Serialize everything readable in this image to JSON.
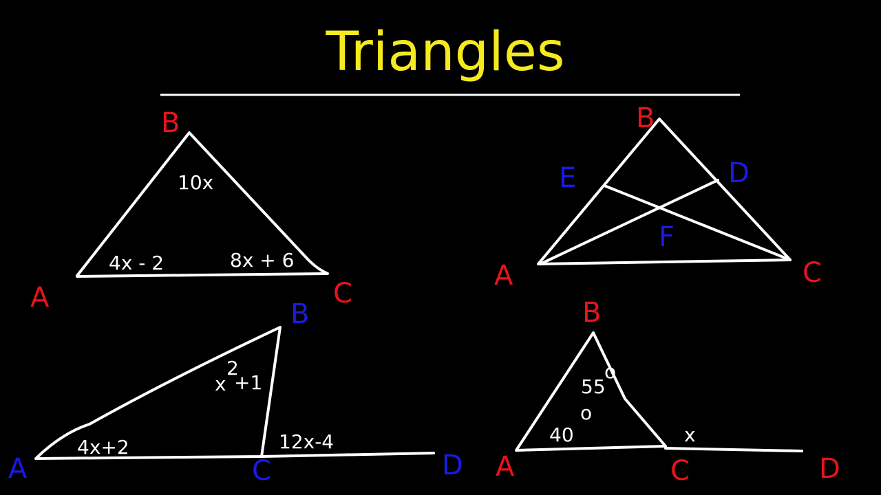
{
  "title": "Triangles",
  "colors": {
    "title": "#f5ea1e",
    "red_label": "#e8141a",
    "blue_label": "#1a1ae8",
    "line": "#ffffff",
    "background": "#000000"
  },
  "diagrams": {
    "d1": {
      "vertices": {
        "A": "A",
        "B": "B",
        "C": "C"
      },
      "angles": {
        "A": "4x - 2",
        "B": "10x",
        "C": "8x + 6"
      }
    },
    "d2": {
      "vertices": {
        "A": "A",
        "B": "B",
        "C": "C",
        "D": "D",
        "E": "E",
        "F": "F"
      }
    },
    "d3": {
      "vertices": {
        "A": "A",
        "B": "B",
        "C": "C",
        "D": "D"
      },
      "angles": {
        "A": "4x+2",
        "B_base": "x",
        "B_exp": "2",
        "B_rest": "+1",
        "exterior_C": "12x-4"
      }
    },
    "d4": {
      "vertices": {
        "A": "A",
        "B": "B",
        "C": "C",
        "D": "D"
      },
      "angles": {
        "A": "40",
        "B": "55",
        "exterior_C": "x"
      },
      "degree_mark": "o"
    }
  }
}
